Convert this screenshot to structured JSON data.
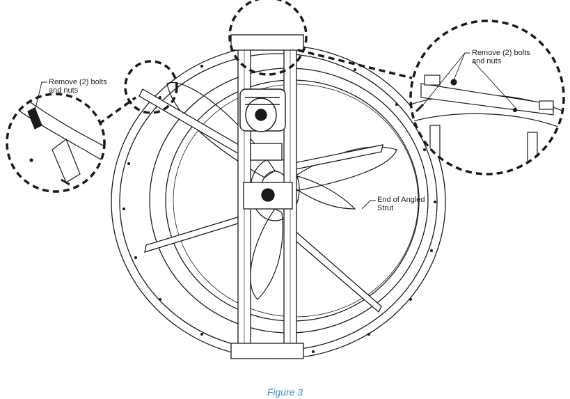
{
  "callouts": {
    "left": "Remove (2) bolts\nand nuts",
    "right": "Remove (2) bolts\nand nuts",
    "strut": "End of Angled\nStrut"
  },
  "caption": "Figure 3",
  "colors": {
    "line": "#1a1a1a",
    "caption": "#3a8fc4"
  }
}
